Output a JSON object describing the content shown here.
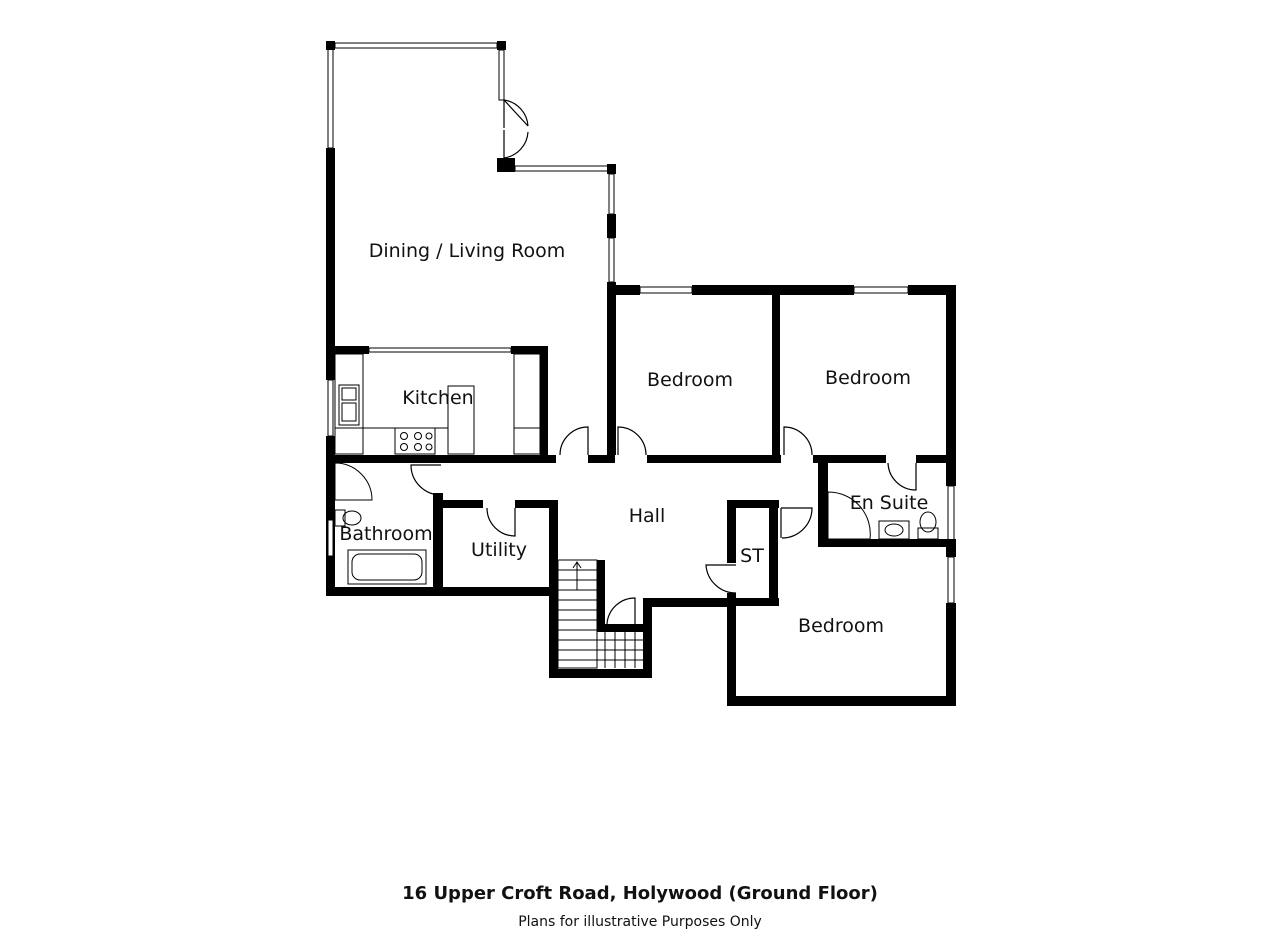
{
  "plan": {
    "rooms": {
      "dining_living": "Dining / Living Room",
      "kitchen": "Kitchen",
      "bedroom_1": "Bedroom",
      "bedroom_2": "Bedroom",
      "bedroom_3": "Bedroom",
      "en_suite": "En Suite",
      "hall": "Hall",
      "bathroom": "Bathroom",
      "utility": "Utility",
      "store": "ST"
    }
  },
  "caption": {
    "title": "16 Upper Croft Road, Holywood  (Ground Floor)",
    "subtitle": "Plans for illustrative Purposes Only"
  }
}
